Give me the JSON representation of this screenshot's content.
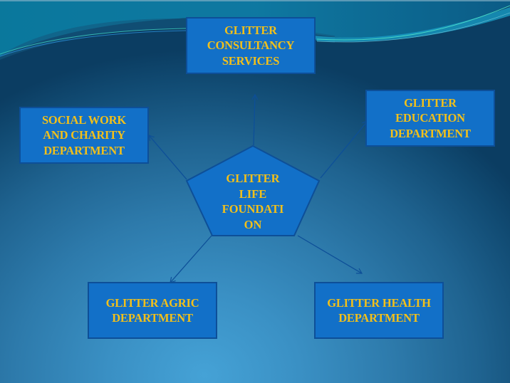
{
  "diagram": {
    "type": "hub-and-spoke organizational diagram",
    "colors": {
      "node_fill": "#1270c8",
      "node_border": "#0d4f98",
      "text": "#f2c01a",
      "connector": "#0d4f98"
    },
    "center": {
      "label": "GLITTER\nLIFE\nFOUNDATI\nON",
      "shape": "pentagon"
    },
    "nodes": [
      {
        "id": "consultancy",
        "label": "GLITTER\nCONSULTANCY\nSERVICES"
      },
      {
        "id": "education",
        "label": "GLITTER\nEDUCATION\nDEPARTMENT"
      },
      {
        "id": "social",
        "label": "SOCIAL WORK\nAND CHARITY\nDEPARTMENT"
      },
      {
        "id": "agric",
        "label": "GLITTER AGRIC\nDEPARTMENT"
      },
      {
        "id": "health",
        "label": "GLITTER HEALTH\nDEPARTMENT"
      }
    ],
    "connections": [
      {
        "from": "center",
        "to": "consultancy"
      },
      {
        "from": "center",
        "to": "education"
      },
      {
        "from": "center",
        "to": "social"
      },
      {
        "from": "center",
        "to": "agric"
      },
      {
        "from": "center",
        "to": "health"
      }
    ]
  }
}
